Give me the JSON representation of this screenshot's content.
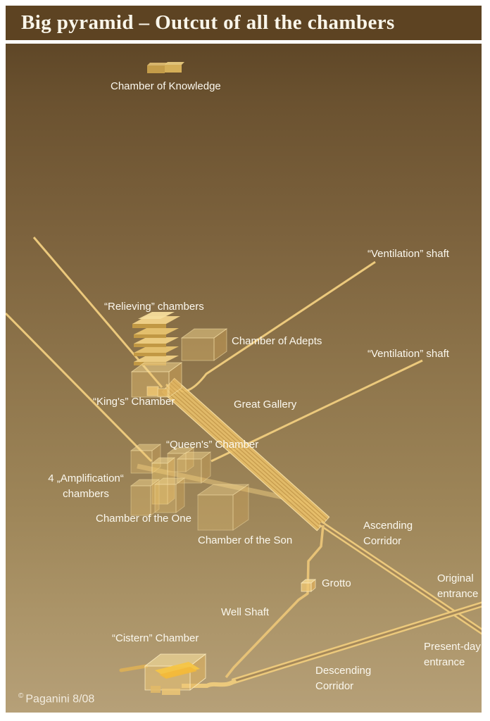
{
  "header": {
    "title": "Big pyramid – Outcut of all the chambers"
  },
  "footer": {
    "copyright_symbol": "©",
    "copyright_text": "Paganini 8/08"
  },
  "colors": {
    "frame_brown": "#5d4322",
    "background_top": "#5f4727",
    "background_bottom": "#b6a078",
    "gold_line": "#ecc97c",
    "gallery_gold": "#e9c06a",
    "bright_chamber_gold": "#f3bd3c",
    "label_text": "#fbf8ee",
    "title_text": "#faf6ea"
  },
  "labels": {
    "chamber_of_knowledge": "Chamber of Knowledge",
    "ventilation_shaft_upper": "“Ventilation” shaft",
    "relieving_chambers": "“Relieving” chambers",
    "chamber_of_adepts": "Chamber of Adepts",
    "kings_chamber": "“King's” Chamber",
    "great_gallery": "Great Gallery",
    "ventilation_shaft_lower": "“Ventilation” shaft",
    "queens_chamber": "“Queen's” Chamber",
    "amplification_chambers": "4 „Amplification“\nchambers",
    "chamber_of_the_one": "Chamber of the One",
    "chamber_of_the_son": "Chamber of the Son",
    "ascending_corridor": "Ascending\nCorridor",
    "original_entrance": "Original\nentrance",
    "grotto": "Grotto",
    "well_shaft": "Well Shaft",
    "cistern_chamber": "“Cistern” Chamber",
    "present_day_entrance": "Present-day\nentrance",
    "descending_corridor": "Descending\nCorridor"
  }
}
